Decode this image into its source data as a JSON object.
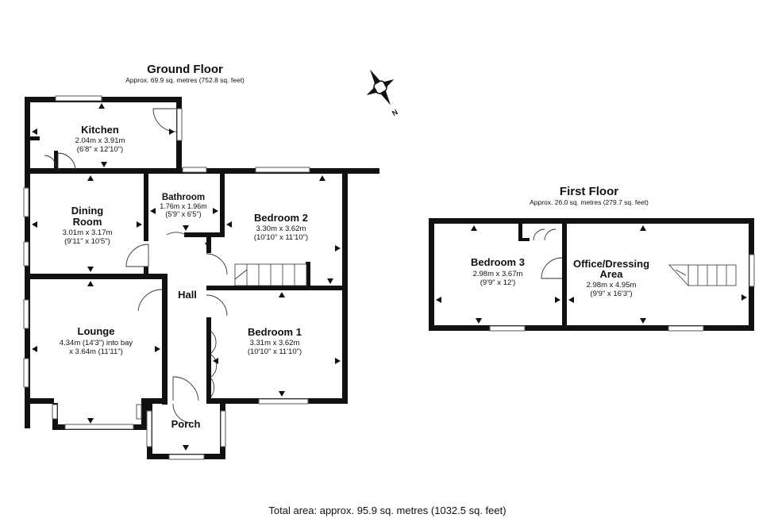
{
  "ground_floor": {
    "title": "Ground Floor",
    "area": "Approx. 69.9 sq. metres (752.8 sq. feet)",
    "rooms": {
      "kitchen": {
        "name": "Kitchen",
        "dim_m": "2.04m x 3.91m",
        "dim_ft": "(6'8\" x 12'10\")"
      },
      "dining": {
        "name_1": "Dining",
        "name_2": "Room",
        "dim_m": "3.01m x 3.17m",
        "dim_ft": "(9'11\" x 10'5\")"
      },
      "bathroom": {
        "name": "Bathroom",
        "dim_m": "1.76m x 1.96m",
        "dim_ft": "(5'9\" x 6'5\")"
      },
      "bedroom2": {
        "name": "Bedroom 2",
        "dim_m": "3.30m x 3.62m",
        "dim_ft": "(10'10\" x 11'10\")"
      },
      "hall": {
        "name": "Hall"
      },
      "lounge": {
        "name": "Lounge",
        "dim_1": "4.34m (14'3\") into bay",
        "dim_2": "x 3.64m (11'11\")"
      },
      "bedroom1": {
        "name": "Bedroom 1",
        "dim_m": "3.31m x 3.62m",
        "dim_ft": "(10'10\" x 11'10\")"
      },
      "porch": {
        "name": "Porch"
      }
    }
  },
  "first_floor": {
    "title": "First Floor",
    "area": "Approx. 26.0 sq. metres (279.7 sq. feet)",
    "rooms": {
      "bedroom3": {
        "name": "Bedroom 3",
        "dim_m": "2.98m x 3.67m",
        "dim_ft": "(9'9\" x 12')"
      },
      "office": {
        "name_1": "Office/Dressing",
        "name_2": "Area",
        "dim_m": "2.98m x 4.95m",
        "dim_ft": "(9'9\" x 16'3\")"
      }
    }
  },
  "compass": {
    "label": "N"
  },
  "total_area": "Total area: approx. 95.9 sq. metres (1032.5 sq. feet)"
}
